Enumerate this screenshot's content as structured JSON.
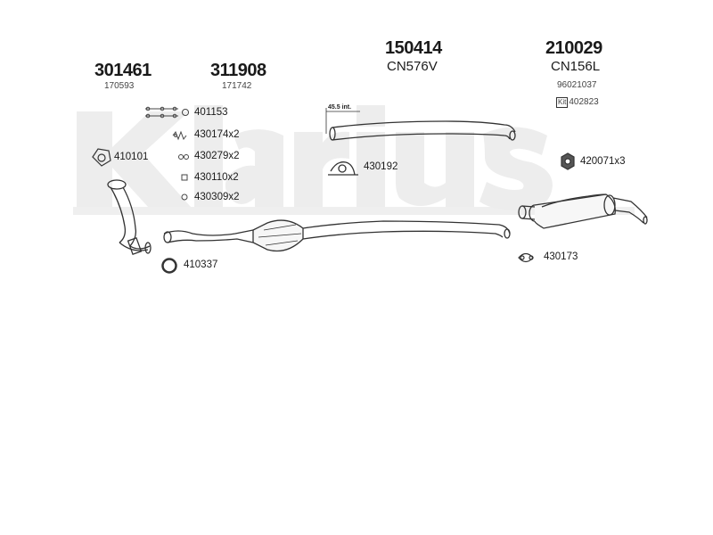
{
  "brand": {
    "watermark_text": "Klarius",
    "watermark_color": "#ececec"
  },
  "groups": [
    {
      "part_no": "301461",
      "sub": "170593"
    },
    {
      "part_no": "311908",
      "sub": "171742"
    },
    {
      "part_no": "150414",
      "code": "CN576V"
    },
    {
      "part_no": "210029",
      "code": "CN156L",
      "sub": "96021037",
      "kit_prefix": "Kit",
      "kit_code": "402823"
    }
  ],
  "fittings": {
    "f401153": "401153",
    "f430174": "430174x2",
    "f430279": "430279x2",
    "f430110": "430110x2",
    "f430309": "430309x2",
    "f410101": "410101",
    "f410337": "410337",
    "f430192": "430192",
    "f420071": "420071x3",
    "f430173": "430173"
  },
  "dimension_note": "45.5 int."
}
